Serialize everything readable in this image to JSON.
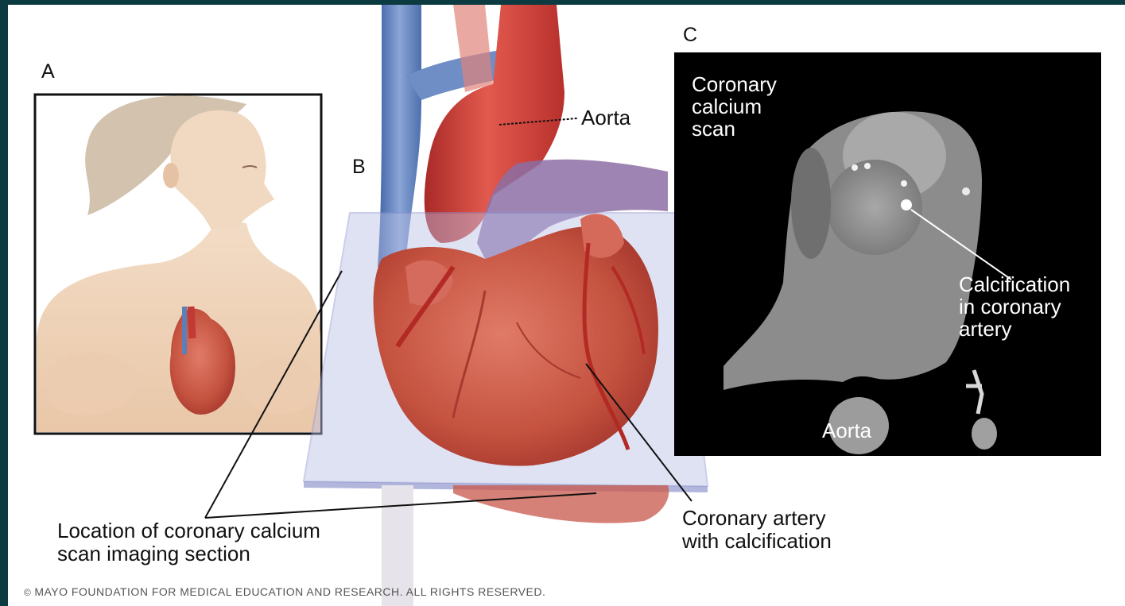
{
  "panels": {
    "a": "A",
    "b": "B",
    "c": "C"
  },
  "labels": {
    "aorta_b": "Aorta",
    "scan_title": "Coronary\ncalcium\nscan",
    "calcification": "Calcification\nin coronary\nartery",
    "aorta_c": "Aorta",
    "location": "Location of coronary calcium\nscan imaging section",
    "coronary_artery": "Coronary artery\nwith calcification"
  },
  "copyright": "MAYO FOUNDATION FOR MEDICAL EDUCATION AND RESEARCH. ALL RIGHTS RESERVED.",
  "copyright_symbol": "©",
  "colors": {
    "frame": "#0b3a40",
    "heart_red": "#c8473f",
    "aorta_red": "#c23a34",
    "vein_blue": "#5c7fb8",
    "plane": "#b9bfe6",
    "scan_bg": "#000000",
    "skin": "#f0d6bd"
  }
}
